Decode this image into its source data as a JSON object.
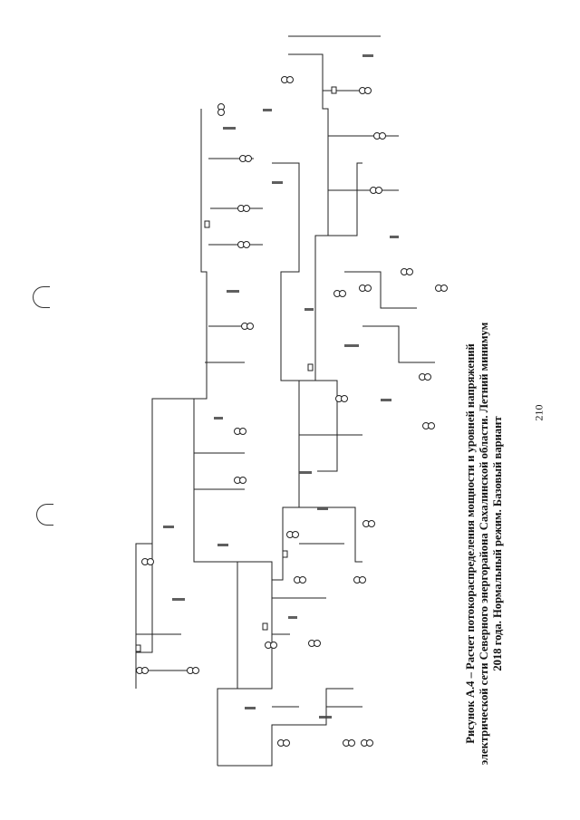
{
  "caption": {
    "line1": "Рисунок А.4 – Расчет потокораспределения мощности и уровней напряжений",
    "line2": "электрической сети Северного энергорайона Сахалинской области. Летний минимум",
    "line3": "2018 года. Нормальный режим. Базовый вариант"
  },
  "page_number": "210"
}
